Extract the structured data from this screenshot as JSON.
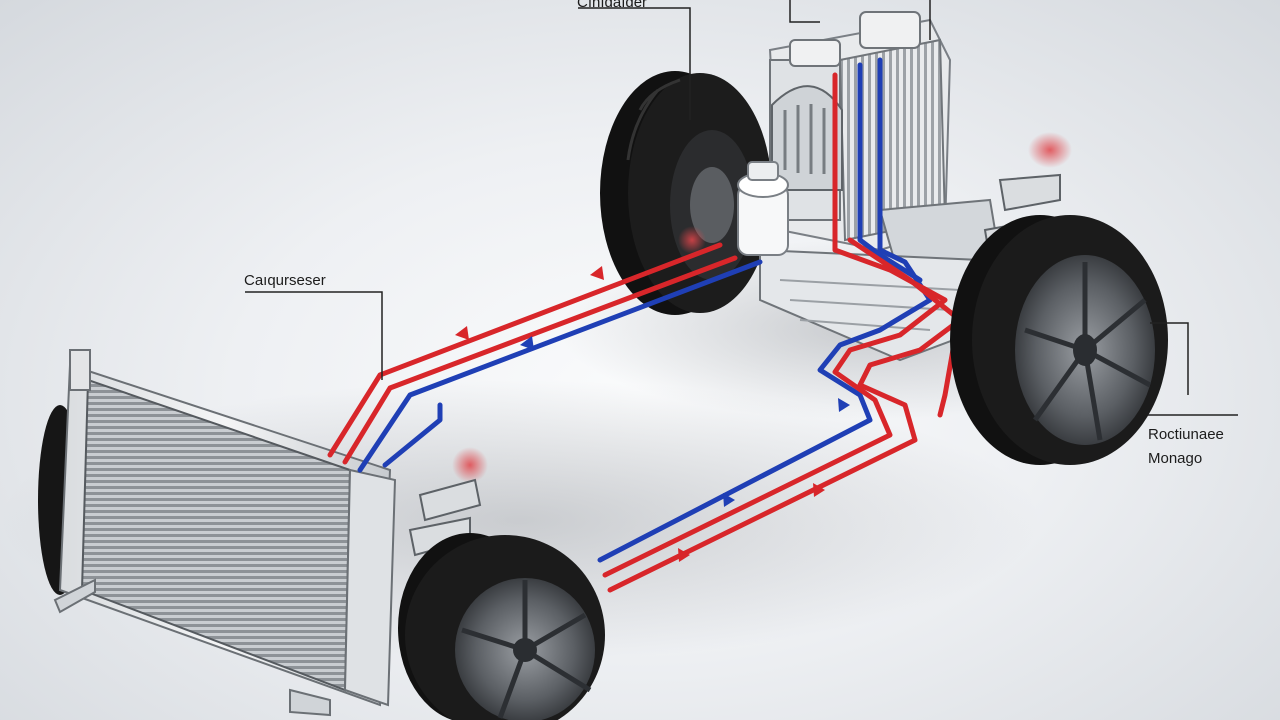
{
  "labels": {
    "top_component": "Cınıdaıder",
    "left_component": "Caıqurseser",
    "right_component_line1": "Roctiunaee",
    "right_component_line2": "Monago"
  },
  "colors": {
    "hot_line": "#d8262a",
    "cold_line": "#1f3fb5",
    "tire": "#151515",
    "background": "#eef0f3"
  }
}
